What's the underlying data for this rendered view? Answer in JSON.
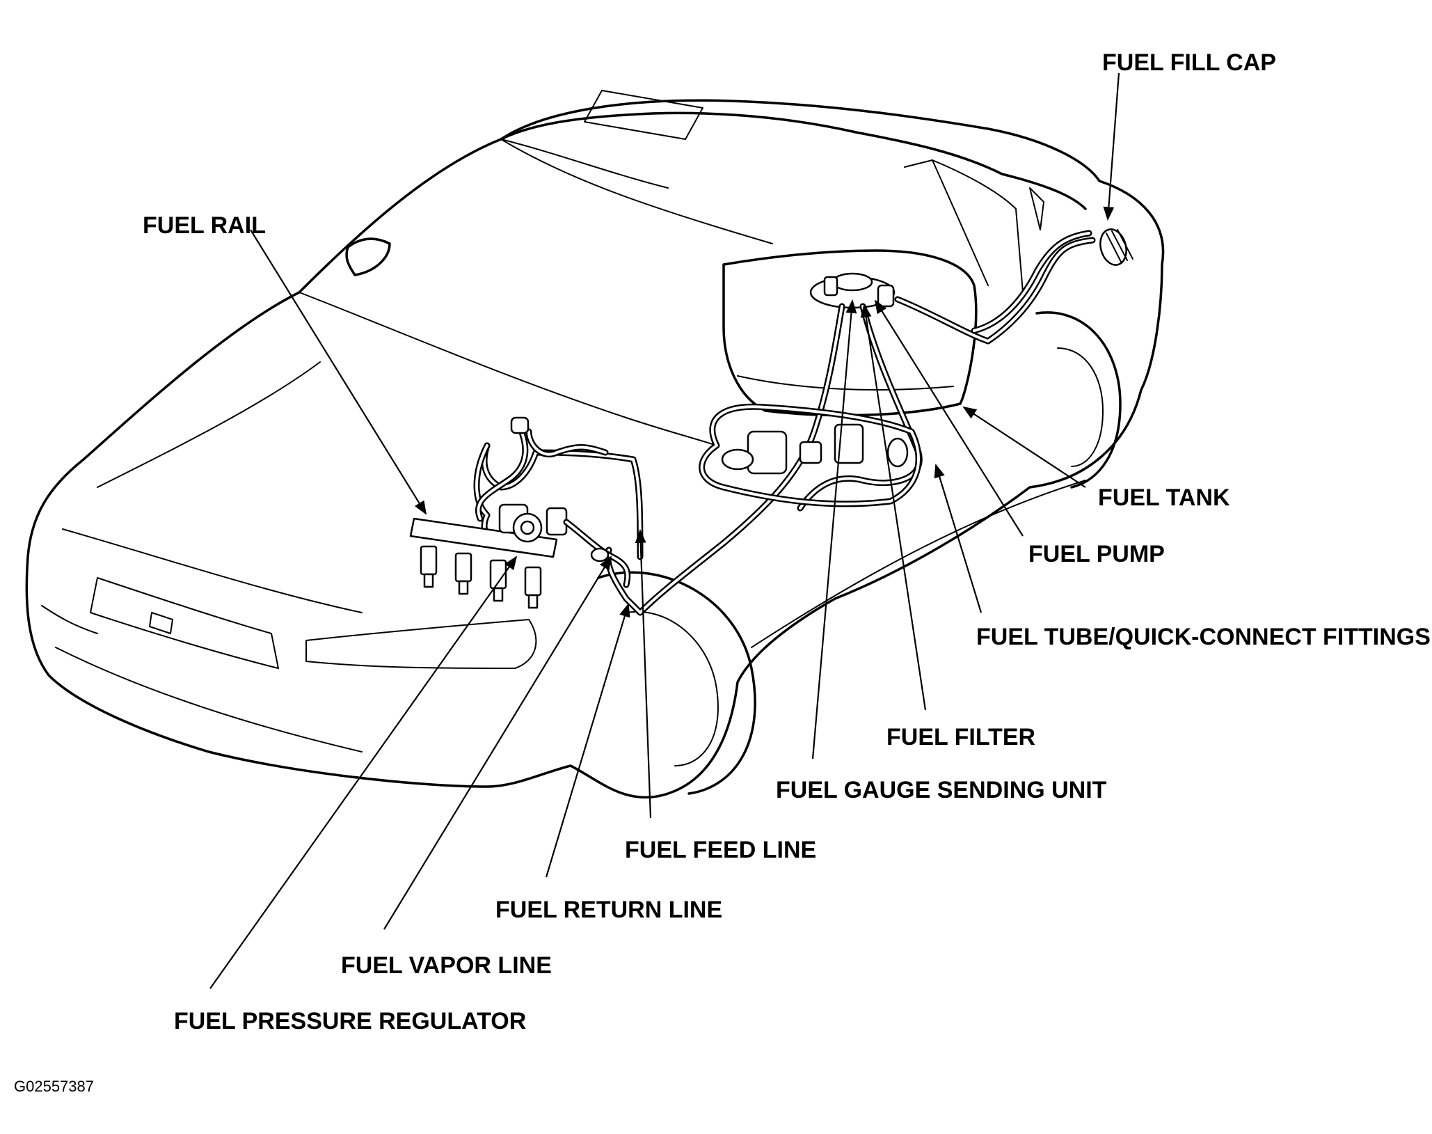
{
  "labels": {
    "fuel_fill_cap": "FUEL FILL CAP",
    "fuel_rail": "FUEL RAIL",
    "fuel_tank": "FUEL TANK",
    "fuel_pump": "FUEL PUMP",
    "fuel_tube_fittings": "FUEL TUBE/QUICK-CONNECT FITTINGS",
    "fuel_filter": "FUEL FILTER",
    "fuel_gauge_sending_unit": "FUEL GAUGE SENDING UNIT",
    "fuel_feed_line": "FUEL FEED LINE",
    "fuel_return_line": "FUEL RETURN LINE",
    "fuel_vapor_line": "FUEL VAPOR LINE",
    "fuel_pressure_regulator": "FUEL PRESSURE REGULATOR"
  },
  "figure_id": "G02557387"
}
